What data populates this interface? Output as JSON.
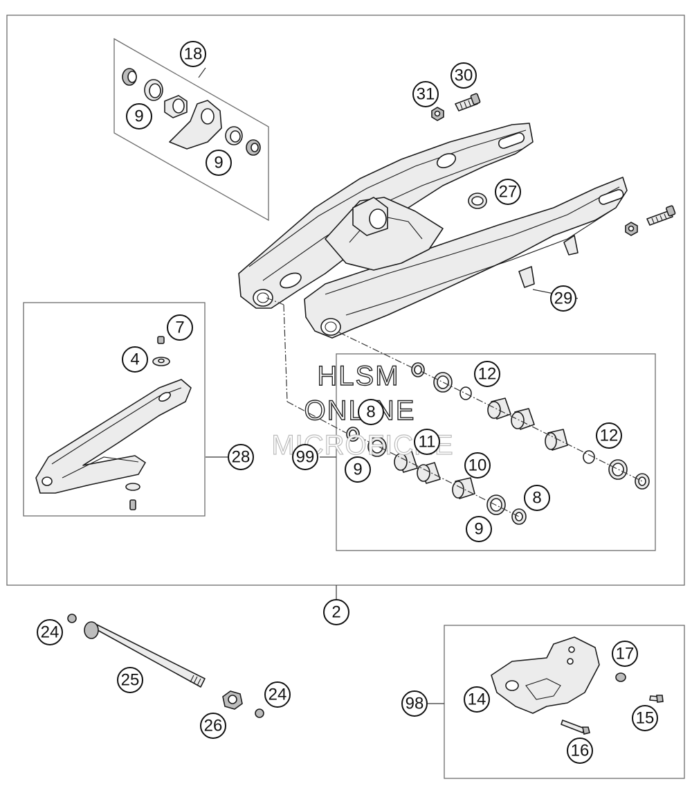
{
  "diagram": {
    "callouts": {
      "c2": "2",
      "c4": "4",
      "c7": "7",
      "c8a": "8",
      "c8b": "8",
      "c9a": "9",
      "c9b": "9",
      "c9c": "9",
      "c9d": "9",
      "c10": "10",
      "c11": "11",
      "c12a": "12",
      "c12b": "12",
      "c14": "14",
      "c15": "15",
      "c16": "16",
      "c17": "17",
      "c18": "18",
      "c24a": "24",
      "c24b": "24",
      "c25": "25",
      "c26": "26",
      "c27": "27",
      "c28": "28",
      "c29": "29",
      "c30": "30",
      "c31": "31",
      "c98": "98",
      "c99": "99"
    },
    "watermark": {
      "line1": "HLSM",
      "line2": "ONLINE",
      "line3": "MICROFICHE"
    }
  }
}
